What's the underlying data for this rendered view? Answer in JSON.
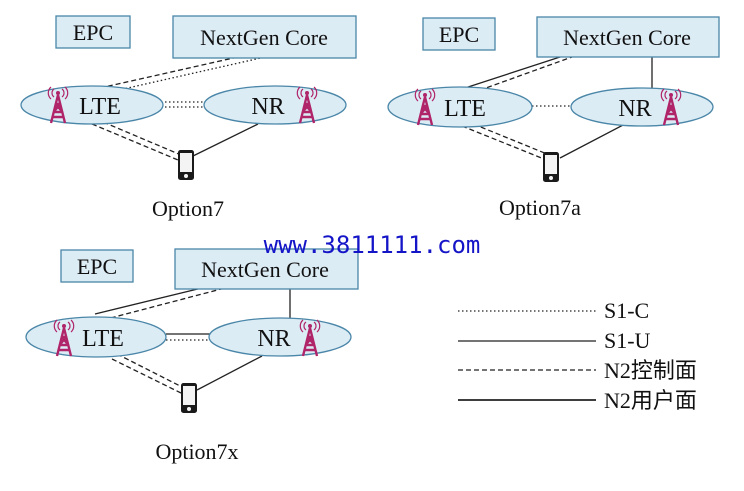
{
  "watermark": "www.3811111.com",
  "diagrams": [
    {
      "epc_label": "EPC",
      "core_label": "NextGen Core",
      "lte_label": "LTE",
      "nr_label": "NR",
      "caption": "Option7"
    },
    {
      "epc_label": "EPC",
      "core_label": "NextGen Core",
      "lte_label": "LTE",
      "nr_label": "NR",
      "caption": "Option7a"
    },
    {
      "epc_label": "EPC",
      "core_label": "NextGen Core",
      "lte_label": "LTE",
      "nr_label": "NR",
      "caption": "Option7x"
    }
  ],
  "legend": [
    {
      "label": "S1-C",
      "style": "dotted"
    },
    {
      "label": "S1-U",
      "style": "solid"
    },
    {
      "label": "N2控制面",
      "style": "dashed"
    },
    {
      "label": "N2用户面",
      "style": "solid"
    }
  ],
  "colors": {
    "node_fill": "#dcecf5",
    "node_stroke": "#4a86a8",
    "box_fill": "#dcecf5",
    "box_stroke": "#4a86a8",
    "tower": "#b0246a",
    "phone": "#1a1a1a",
    "watermark": "#1515c8"
  },
  "icons": {
    "tower": "cell-tower-icon",
    "phone": "mobile-phone-icon"
  }
}
